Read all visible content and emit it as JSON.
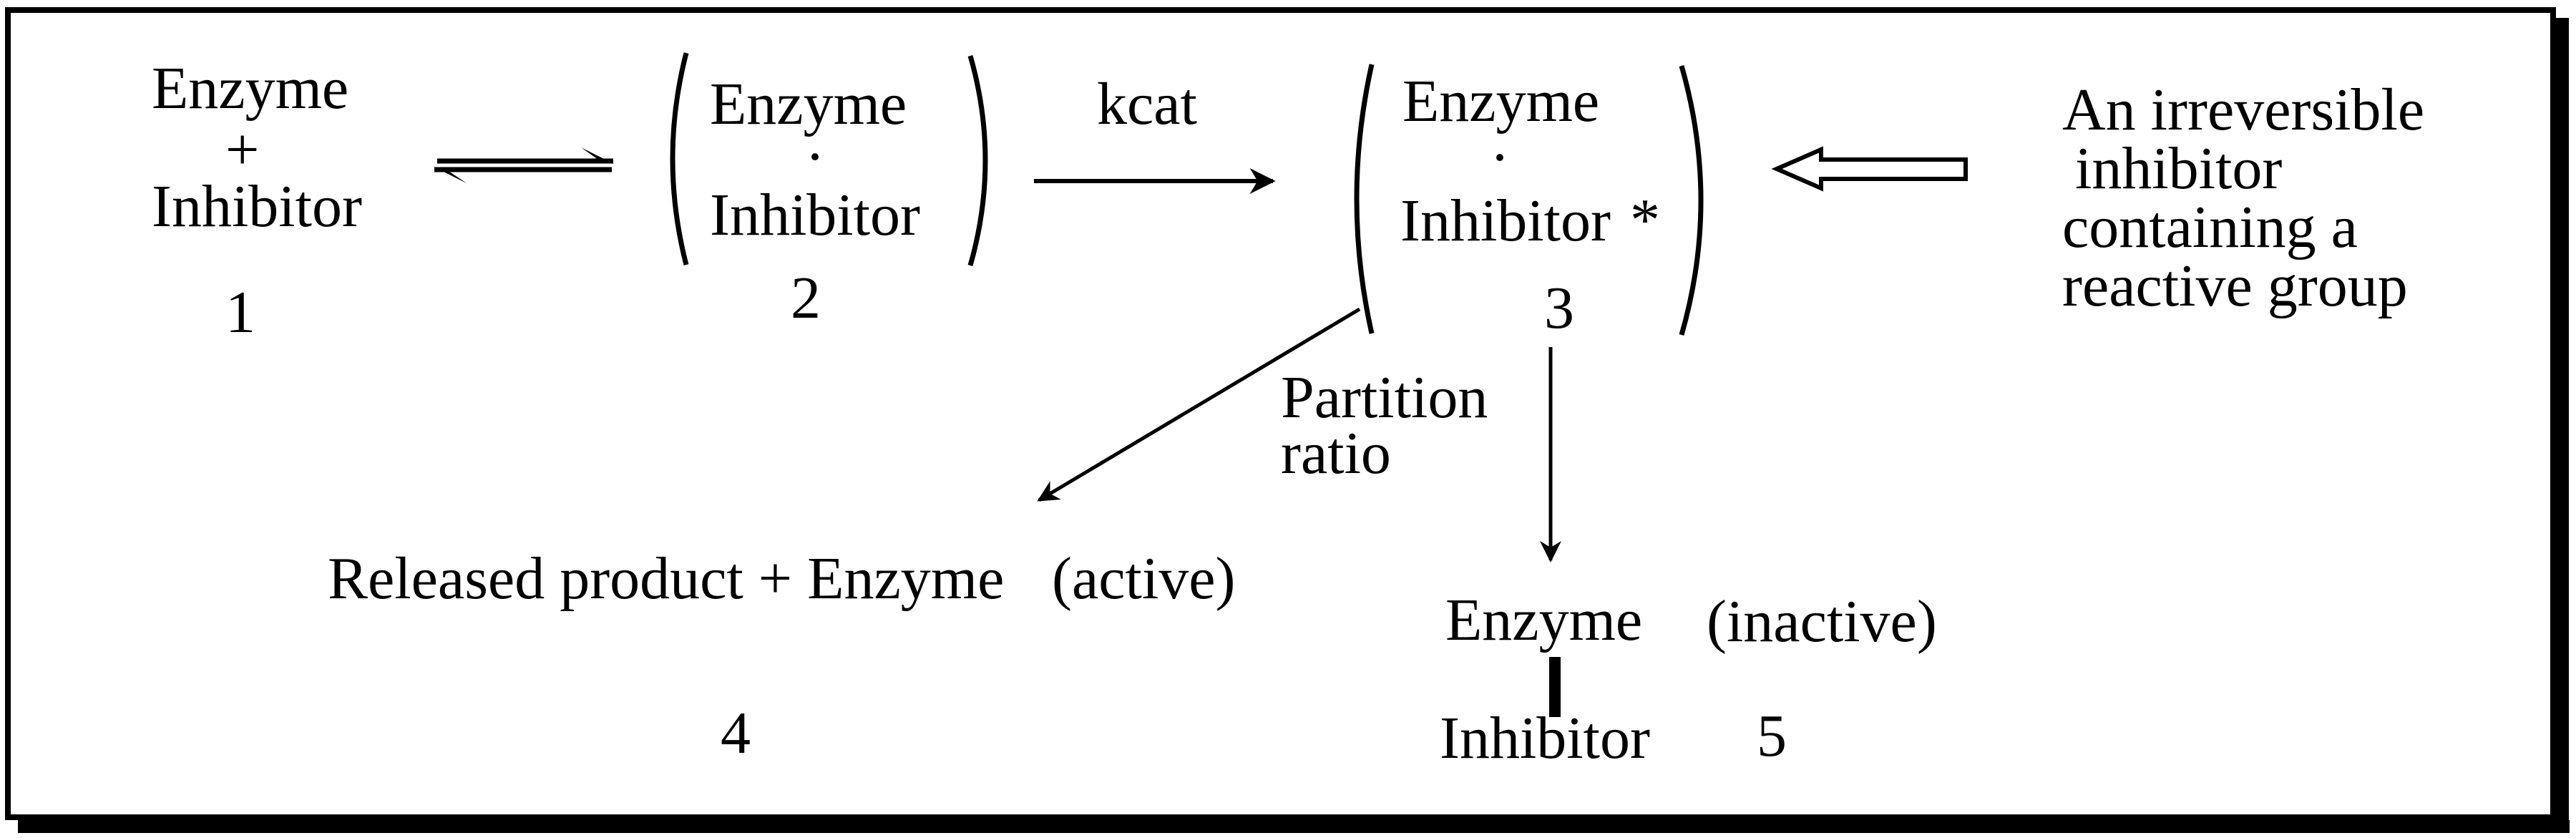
{
  "colors": {
    "ink": "#000000",
    "paper": "#ffffff"
  },
  "scheme": {
    "species1": {
      "component1": "Enzyme",
      "operator": "+",
      "component2": "Inhibitor",
      "number": "1"
    },
    "complex2": {
      "component1": "Enzyme",
      "bond_dot": "·",
      "component2": "Inhibitor",
      "number": "2"
    },
    "kcat_arrow_label": "kcat",
    "complex3": {
      "component1": "Enzyme",
      "bond_dot": "·",
      "component2": "Inhibitor",
      "reactive_mark": "*",
      "number": "3"
    },
    "right_annotation": {
      "line1": "An irreversible",
      "line2": "inhibitor",
      "line3": "containing a",
      "line4": "reactive group"
    },
    "partition_label": {
      "line1": "Partition",
      "line2": "ratio"
    },
    "outcome_active": {
      "text": "Released product + Enzyme",
      "state": "(active)",
      "number": "4"
    },
    "outcome_inactive": {
      "component1": "Enzyme",
      "state": "(inactive)",
      "component2": "Inhibitor",
      "number": "5"
    }
  }
}
